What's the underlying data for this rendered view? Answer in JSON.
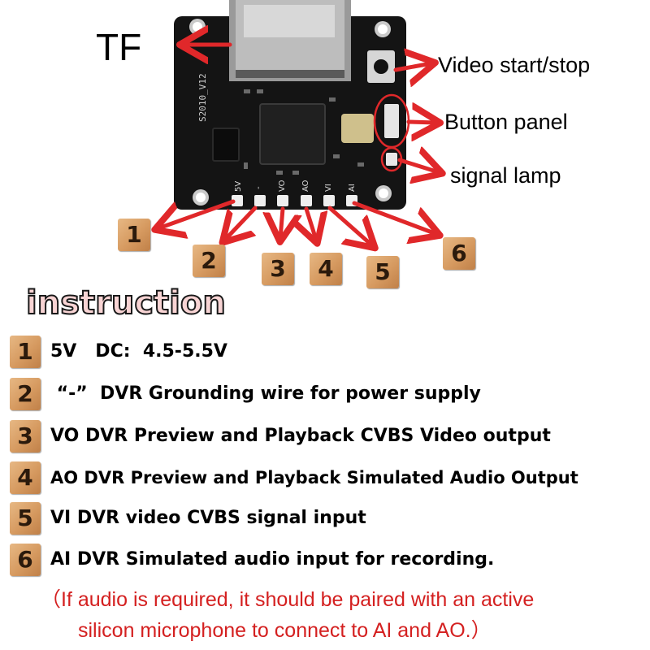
{
  "title_tf": "TF",
  "callouts": {
    "video": "Video start/stop",
    "button_panel": "Button panel",
    "signal_lamp": "signal lamp"
  },
  "board": {
    "silkscreen_model": "S2010_V12",
    "pad_labels": [
      "5V",
      "-",
      "VO",
      "AO",
      "VI",
      "AI"
    ],
    "pcb_color": "#141414",
    "arrow_color": "#e0282a"
  },
  "badge_color": "#d69a60",
  "heading": "instruction",
  "pins": [
    {
      "num": "1",
      "text": "5V   DC:  4.5-5.5V"
    },
    {
      "num": "2",
      "text": " “-”  DVR Grounding wire for power supply"
    },
    {
      "num": "3",
      "text": "VO DVR Preview and Playback CVBS Video output"
    },
    {
      "num": "4",
      "text": "AO DVR Preview and Playback Simulated Audio Output"
    },
    {
      "num": "5",
      "text": "VI DVR video CVBS signal input"
    },
    {
      "num": "6",
      "text": "AI DVR Simulated audio input for recording."
    }
  ],
  "note": {
    "line1": "（If audio is required, it should be paired with an active",
    "line2": "silicon microphone to connect to AI and AO.）",
    "color": "#d42020"
  }
}
